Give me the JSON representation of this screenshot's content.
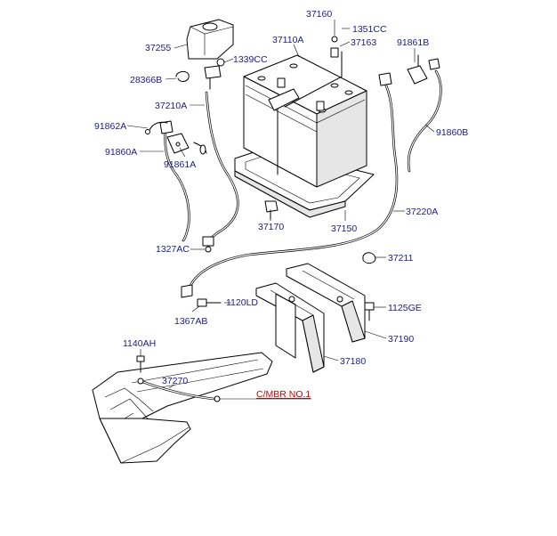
{
  "diagram": {
    "labels": {
      "p37160": "37160",
      "p1351CC": "1351CC",
      "p37110A": "37110A",
      "p37163": "37163",
      "p91861B": "91861B",
      "p37255": "37255",
      "p1339CC": "1339CC",
      "p28366B": "28366B",
      "p37210A": "37210A",
      "p91862A": "91862A",
      "p91860B": "91860B",
      "p91860A": "91860A",
      "p91861A": "91861A",
      "p37170": "37170",
      "p37150": "37150",
      "p37220A": "37220A",
      "p1327AC": "1327AC",
      "p37211": "37211",
      "p1120LD": "1120LD",
      "p1367AB": "1367AB",
      "p1125GE": "1125GE",
      "p37190": "37190",
      "p1140AH": "1140AH",
      "p37180": "37180",
      "p37270": "37270",
      "cmbr": "C/MBR NO.1"
    },
    "colors": {
      "label": "#1a1a8c",
      "reference": "#cc0000",
      "line": "#000000"
    }
  }
}
